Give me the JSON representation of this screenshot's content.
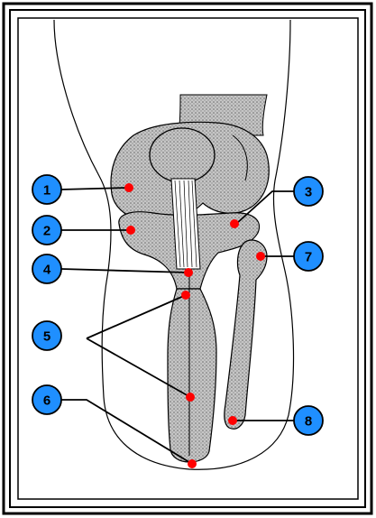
{
  "figure": {
    "colors": {
      "frame": "#000000",
      "bone_fill": "#b9b9b9",
      "marker": "#ff0000",
      "badge": "#1f8fff",
      "badge_stroke": "#000000",
      "outline": "#000000"
    },
    "labels": [
      {
        "id": "1",
        "text": "1"
      },
      {
        "id": "2",
        "text": "2"
      },
      {
        "id": "3",
        "text": "3"
      },
      {
        "id": "4",
        "text": "4"
      },
      {
        "id": "5",
        "text": "5"
      },
      {
        "id": "6",
        "text": "6"
      },
      {
        "id": "7",
        "text": "7"
      },
      {
        "id": "8",
        "text": "8"
      }
    ]
  }
}
